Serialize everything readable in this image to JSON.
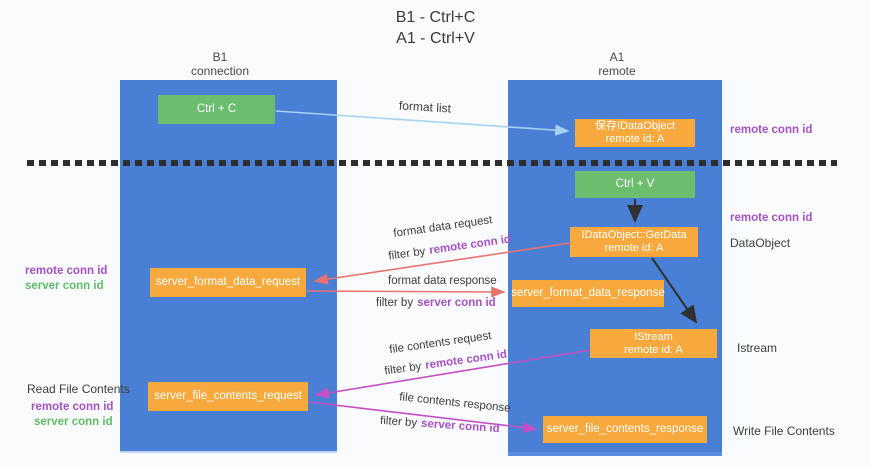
{
  "title": {
    "line1": "B1 - Ctrl+C",
    "line2": "A1 - Ctrl+V"
  },
  "lanes": {
    "left": {
      "name": "B1",
      "subtitle": "connection"
    },
    "right": {
      "name": "A1",
      "subtitle": "remote"
    }
  },
  "boxes": {
    "ctrl_c": "Ctrl + C",
    "ctrl_v": "Ctrl + V",
    "save_idataobject": {
      "line1": "保存IDataObject",
      "line2": "remote id: A"
    },
    "getdata": {
      "line1": "IDataObject::GetData",
      "line2": "remote id: A"
    },
    "istream": {
      "line1": "IStream",
      "line2": "remote id: A"
    },
    "server_format_data_request": "server_format_data_request",
    "server_format_data_response": "server_format_data_response",
    "server_file_contents_request": "server_file_contents_request",
    "server_file_contents_response": "server_file_contents_response"
  },
  "arrow_labels": {
    "format_list": "format list",
    "format_data_request": "format data request",
    "format_data_response": "format data response",
    "file_contents_request": "file contents request",
    "file_contents_response": "file contents response",
    "filter_by": "filter by",
    "remote_conn_id": "remote conn id",
    "server_conn_id": "server conn id"
  },
  "side_labels": {
    "remote_conn_id": "remote conn id",
    "server_conn_id": "server conn id",
    "dataobject": "DataObject",
    "istream": "Istream",
    "read_file_contents": "Read File Contents",
    "write_file_contents": "Write File Contents"
  },
  "colors": {
    "lane_blue": "#4a7fd6",
    "box_green": "#6cbe6e",
    "box_orange": "#f8a93e",
    "arrow_blue": "#a5d3f3",
    "arrow_red": "#e8736e",
    "arrow_magenta": "#c44fc4",
    "arrow_black": "#303030",
    "purple_text": "#a552c5",
    "green_text": "#5fbd68"
  }
}
